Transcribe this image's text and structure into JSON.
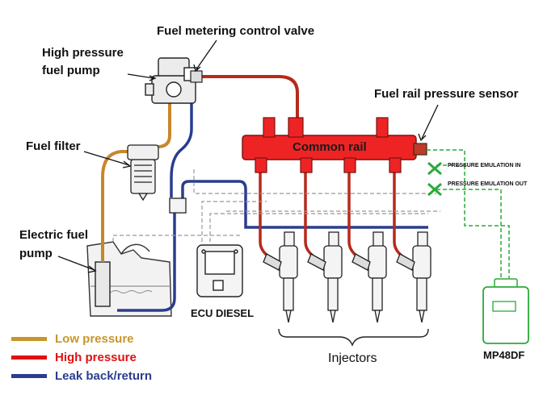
{
  "labels": {
    "fuel_metering_control_valve": "Fuel metering control valve",
    "high_pressure_fuel_pump_line1": "High pressure",
    "high_pressure_fuel_pump_line2": "fuel pump",
    "fuel_rail_pressure_sensor": "Fuel rail pressure sensor",
    "fuel_filter": "Fuel filter",
    "common_rail": "Common rail",
    "pressure_emulation_in": "PRESSURE EMULATION IN",
    "pressure_emulation_out": "PRESSURE EMULATION OUT",
    "electric_fuel_pump_line1": "Electric fuel",
    "electric_fuel_pump_line2": "pump",
    "ecu_diesel": "ECU DIESEL",
    "injectors": "Injectors",
    "mp48df": "MP48DF"
  },
  "legend": [
    {
      "label": "Low pressure",
      "color": "#c8962a"
    },
    {
      "label": "High pressure",
      "color": "#e01010"
    },
    {
      "label": "Leak back/return",
      "color": "#2a3d8f"
    }
  ],
  "colors": {
    "low_pressure_line": "#c8862a",
    "high_pressure_line": "#b52a1a",
    "return_line": "#2a3d8f",
    "common_rail_fill": "#ee2424",
    "emulator_green": "#2aaa3a"
  }
}
